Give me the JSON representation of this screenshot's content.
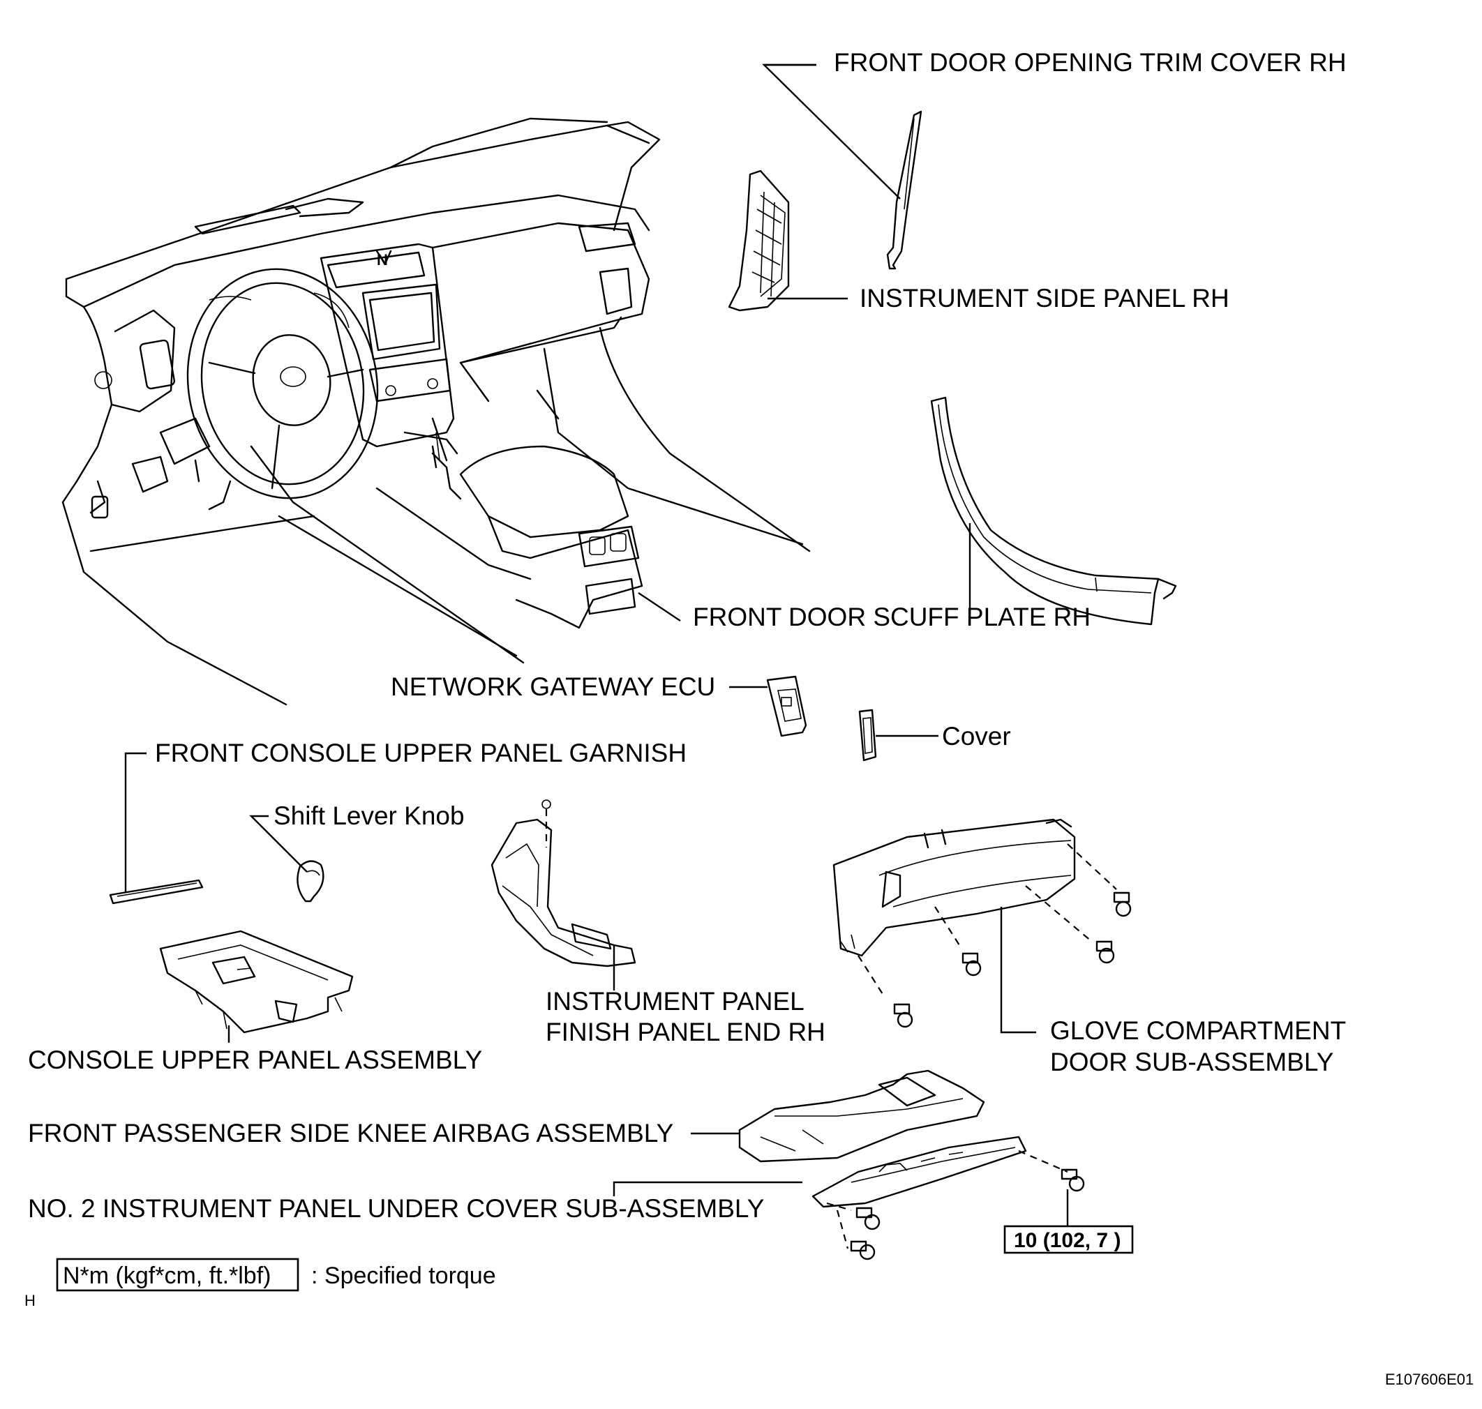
{
  "labels": {
    "front_door_opening_trim_cover_rh": "FRONT DOOR OPENING TRIM COVER RH",
    "instrument_side_panel_rh": "INSTRUMENT SIDE PANEL RH",
    "front_door_scuff_plate_rh": "FRONT DOOR SCUFF PLATE RH",
    "network_gateway_ecu": "NETWORK GATEWAY ECU",
    "cover": "Cover",
    "front_console_upper_panel_garnish": "FRONT CONSOLE UPPER PANEL GARNISH",
    "shift_lever_knob": "Shift Lever Knob",
    "instrument_panel_finish_panel_end_rh_line1": "INSTRUMENT PANEL",
    "instrument_panel_finish_panel_end_rh_line2": "FINISH PANEL END RH",
    "console_upper_panel_assembly": "CONSOLE UPPER PANEL ASSEMBLY",
    "glove_compartment_door_line1": "GLOVE COMPARTMENT",
    "glove_compartment_door_line2": "DOOR SUB-ASSEMBLY",
    "front_passenger_side_knee_airbag_assembly": "FRONT PASSENGER SIDE KNEE AIRBAG ASSEMBLY",
    "no2_instrument_panel_under_cover": "NO. 2 INSTRUMENT PANEL UNDER COVER SUB-ASSEMBLY"
  },
  "torque": {
    "value": "10 (102, 7 )"
  },
  "legend": {
    "unit_box": "N*m (kgf*cm, ft.*lbf)",
    "description": ": Specified torque"
  },
  "corner_mark": "H",
  "figure_id": "E107606E01"
}
